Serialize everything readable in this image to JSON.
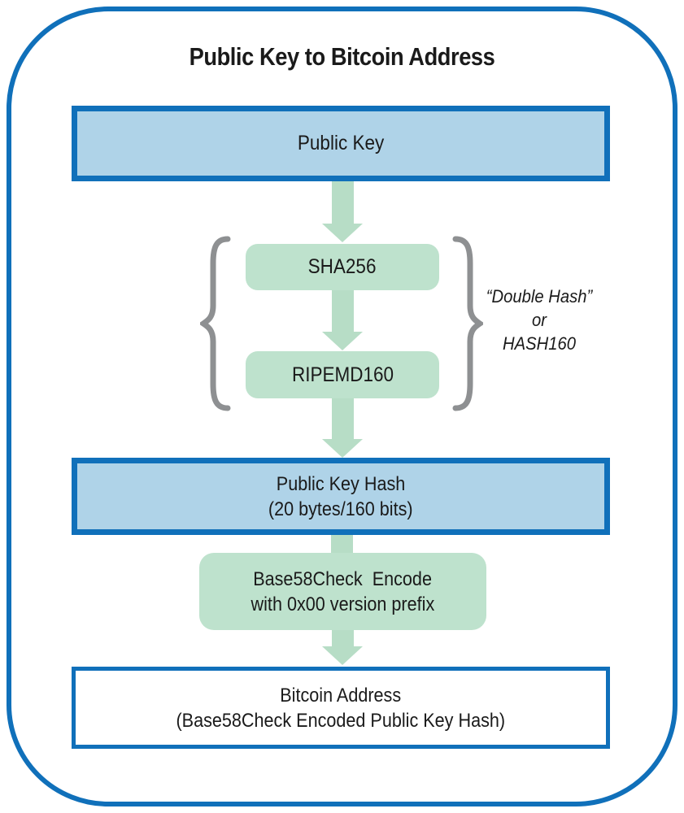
{
  "diagram": {
    "title": "Public Key to Bitcoin Address",
    "nodes": {
      "public_key": {
        "label": "Public Key"
      },
      "sha256": {
        "label": "SHA256"
      },
      "ripemd160": {
        "label": "RIPEMD160"
      },
      "public_key_hash": {
        "lines": [
          "Public Key Hash",
          "(20 bytes/160 bits)"
        ]
      },
      "base58check": {
        "lines": [
          "Base58Check  Encode",
          "with 0x00 version prefix"
        ]
      },
      "bitcoin_address": {
        "lines": [
          "Bitcoin Address",
          "(Base58Check Encoded Public Key Hash)"
        ]
      }
    },
    "annotation": {
      "lines": [
        "“Double Hash”",
        "or",
        "HASH160"
      ]
    },
    "colors": {
      "border_blue": "#1070ba",
      "fill_blue": "#afd3e8",
      "fill_green": "#bee2cd",
      "arrow_green": "#b7ddc6",
      "brace_gray": "#8e9092",
      "text": "#1a1a1a",
      "background": "#ffffff"
    }
  }
}
